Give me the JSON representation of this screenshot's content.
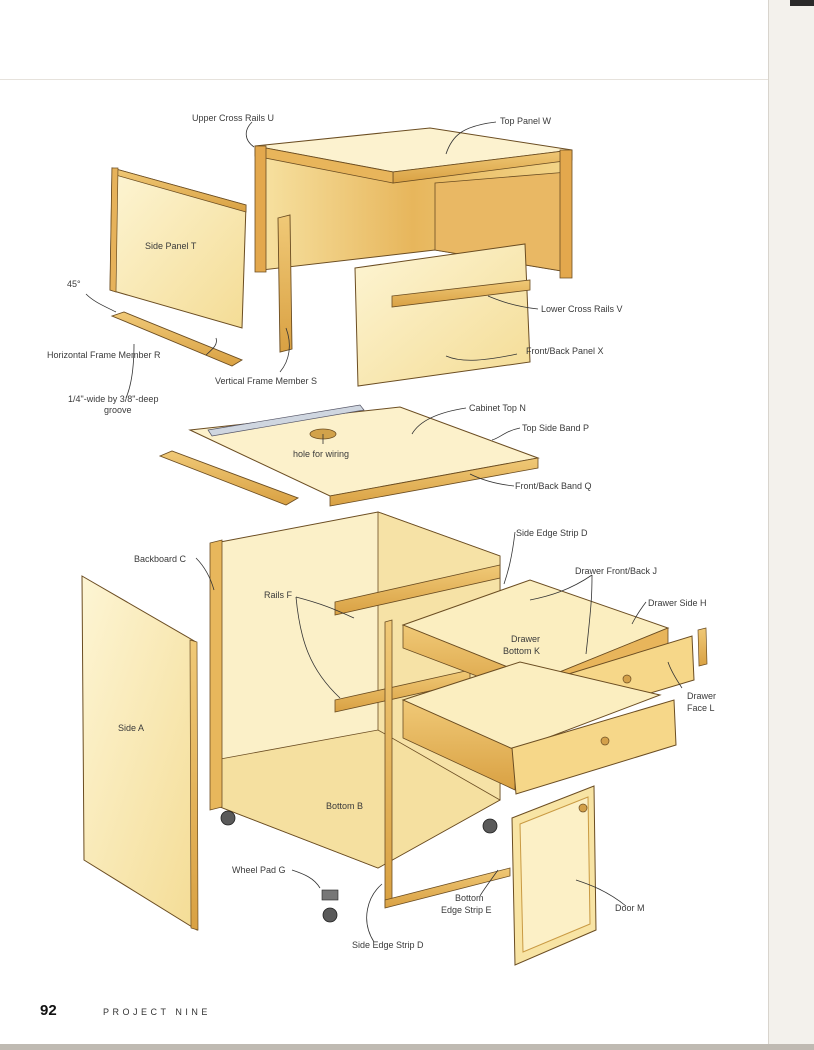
{
  "labels": {
    "upper_cross_rails": "Upper Cross Rails U",
    "top_panel": "Top Panel W",
    "side_panel": "Side Panel T",
    "angle": "45°",
    "lower_cross_rails": "Lower Cross Rails V",
    "horizontal_frame": "Horizontal Frame Member R",
    "front_back_panel": "Front/Back Panel X",
    "vertical_frame": "Vertical Frame Member S",
    "groove_line1": "1/4\"-wide by 3/8\"-deep",
    "groove_line2": "groove",
    "cabinet_top": "Cabinet Top N",
    "top_side_band": "Top Side Band P",
    "hole_for_wiring": "hole for wiring",
    "front_back_band": "Front/Back Band Q",
    "side_edge_strip_upper": "Side Edge Strip D",
    "backboard": "Backboard C",
    "drawer_front_back": "Drawer Front/Back J",
    "rails": "Rails F",
    "drawer_side": "Drawer Side H",
    "drawer_bottom_line1": "Drawer",
    "drawer_bottom_line2": "Bottom K",
    "drawer_face_line1": "Drawer",
    "drawer_face_line2": "Face L",
    "side": "Side A",
    "bottom": "Bottom B",
    "wheel_pad": "Wheel Pad G",
    "bottom_edge_line1": "Bottom",
    "bottom_edge_line2": "Edge Strip E",
    "door": "Door M",
    "side_edge_strip_lower": "Side Edge Strip D"
  },
  "footer": {
    "page_number": "92",
    "running_title": "PROJECT NINE"
  },
  "colors": {
    "wood_light": "#fbf1c9",
    "wood_mid": "#f3d98e",
    "wood_dark": "#d9a94a",
    "edge": "#b88a3a",
    "outline": "#5a4220"
  }
}
